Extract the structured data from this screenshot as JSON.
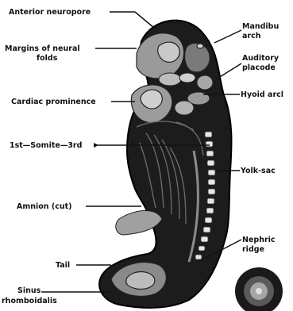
{
  "labels": {
    "anterior_neuropore": "Anterior neuropore",
    "margins_line1": "Margins of neural",
    "margins_line2": "folds",
    "cardiac_prominence": "Cardiac prominence",
    "somites": "1st—Somite—3rd",
    "amnion": "Amnion (cut)",
    "tail": "Tail",
    "sinus_line1": "Sinus",
    "sinus_line2": "rhomboidalis",
    "mandibular_line1": "Mandibu",
    "mandibular_line2": "arch",
    "auditory_line1": "Auditory",
    "auditory_line2": "placode",
    "hyoid_arch": "Hyoid arcl",
    "yolk_sac": "Yolk-sac",
    "nephric_line1": "Nephric",
    "nephric_line2": "ridge"
  }
}
